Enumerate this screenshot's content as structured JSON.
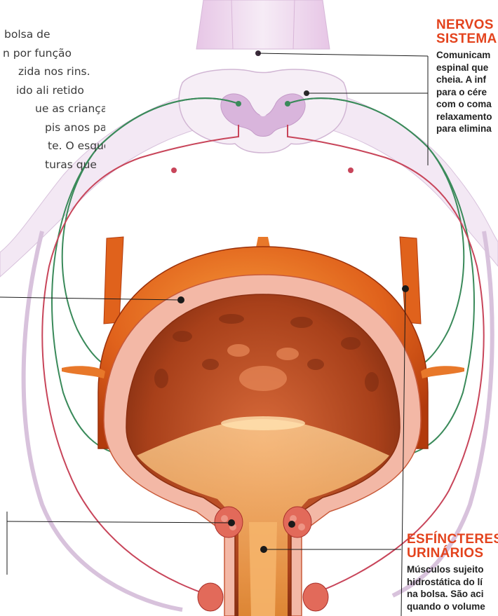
{
  "intro_text": [
    "bolsa de",
    "n por função",
    "zida nos rins.",
    "ido ali retido",
    "ue as crianças",
    "pis anos para",
    "te. O esquema",
    "turas que"
  ],
  "callouts": {
    "nerves": {
      "title_line1": "NERVOS D",
      "title_line2": "SISTEMA",
      "body": [
        "Comunicam",
        "espinal que",
        "cheia. A inf",
        "para o cére",
        "com o coma",
        "relaxamento",
        "para elimina"
      ]
    },
    "sphincters": {
      "title_line1": "ESFÍNCTERES",
      "title_line2": "URINÁRIOS",
      "body": [
        "Músculos sujeito",
        "hidrostática do lí",
        "na bolsa. São aci",
        "quando o volume"
      ]
    }
  },
  "colors": {
    "accent_title": "#e3431d",
    "spinal_pink": "#ead8f0",
    "bladder_orange": "#e0621c",
    "tissue_pink": "#f3b8a6",
    "nerve_green": "#3a8a5a",
    "nerve_red": "#c8455a"
  }
}
